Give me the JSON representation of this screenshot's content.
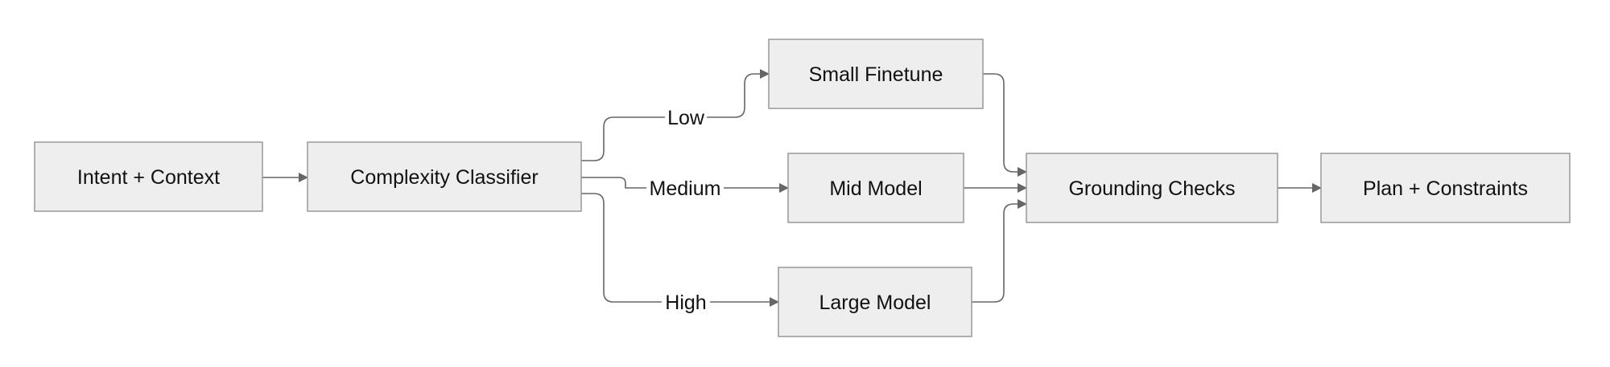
{
  "nodes": {
    "intent": "Intent + Context",
    "classifier": "Complexity Classifier",
    "small": "Small Finetune",
    "mid": "Mid Model",
    "large": "Large Model",
    "grounding": "Grounding Checks",
    "plan": "Plan + Constraints"
  },
  "edges": {
    "low": "Low",
    "medium": "Medium",
    "high": "High"
  },
  "colors": {
    "node_fill": "#eeeeee",
    "node_border": "#999999",
    "edge": "#666666",
    "text": "#111111"
  }
}
